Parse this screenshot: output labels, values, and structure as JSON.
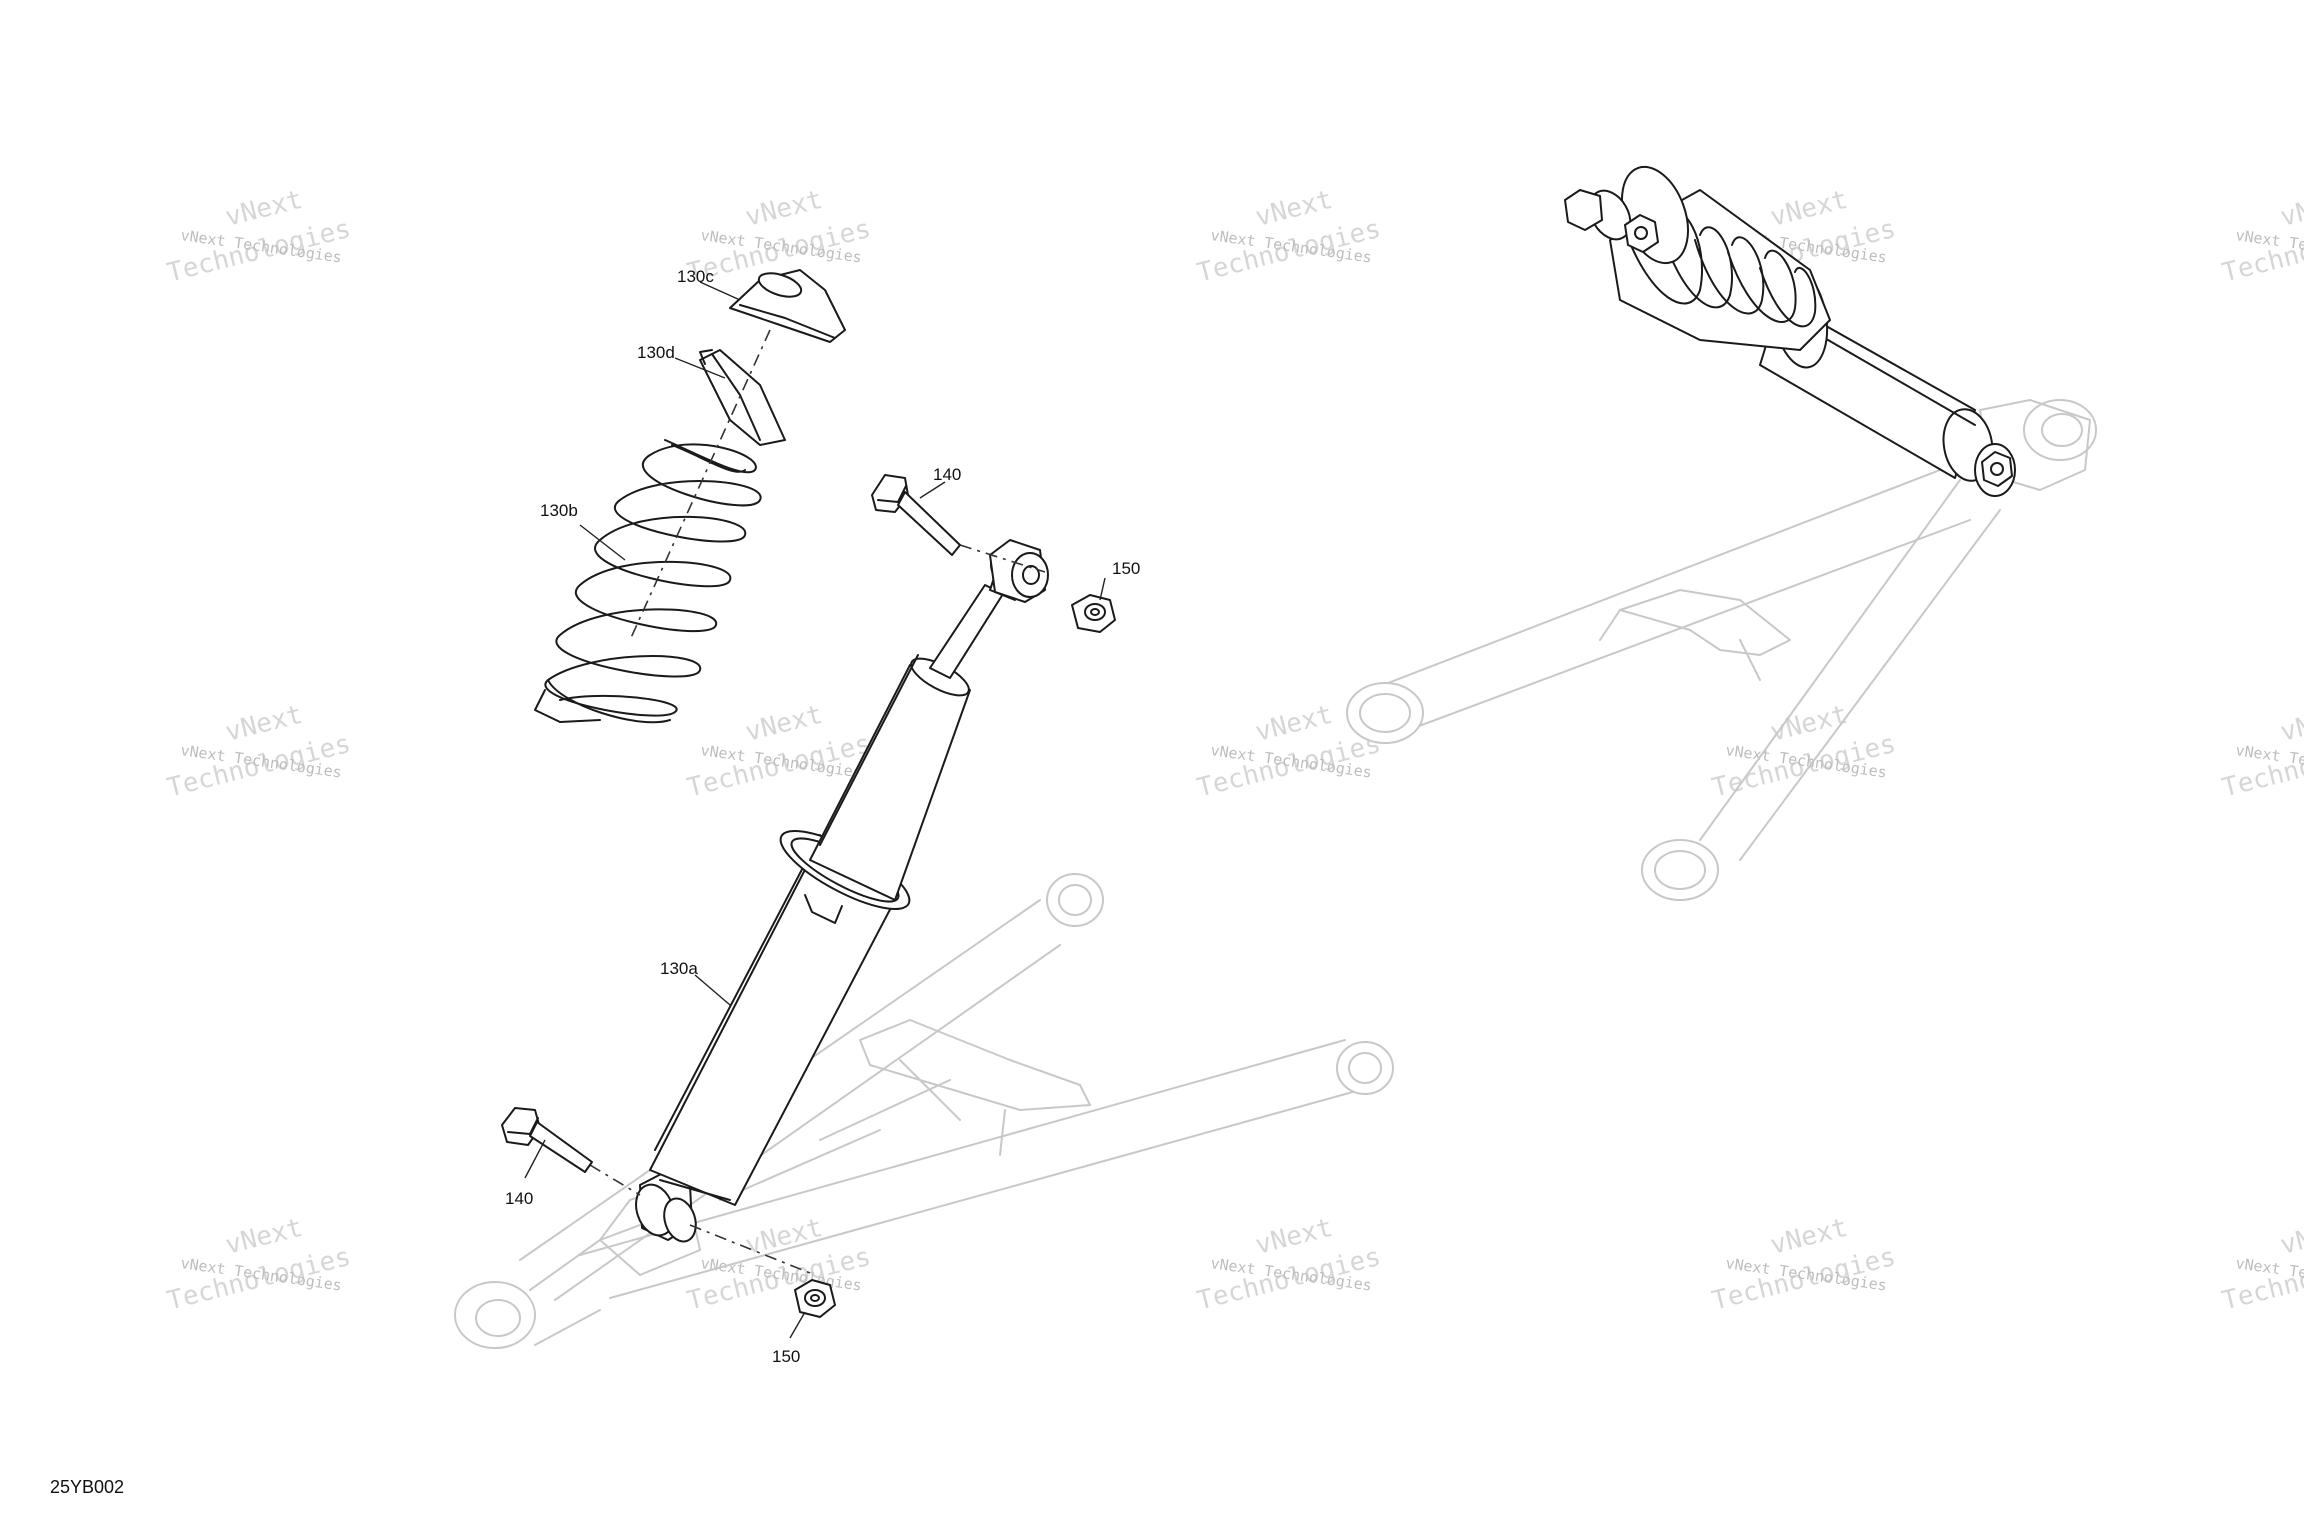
{
  "diagram": {
    "figure_code": "25YB002",
    "callouts": {
      "c130c": "130c",
      "c130d": "130d",
      "c130b": "130b",
      "c140_top": "140",
      "c150_top": "150",
      "c130a": "130a",
      "c140_bottom": "140",
      "c150_bottom": "150"
    },
    "watermark": {
      "line1": "vNext Technologies",
      "line2": "Technologies",
      "line3": "vNext"
    },
    "colors": {
      "ink": "#1a1a1a",
      "ghost_arm": "#c8c8c8",
      "watermark": "#cfcfcf"
    }
  }
}
